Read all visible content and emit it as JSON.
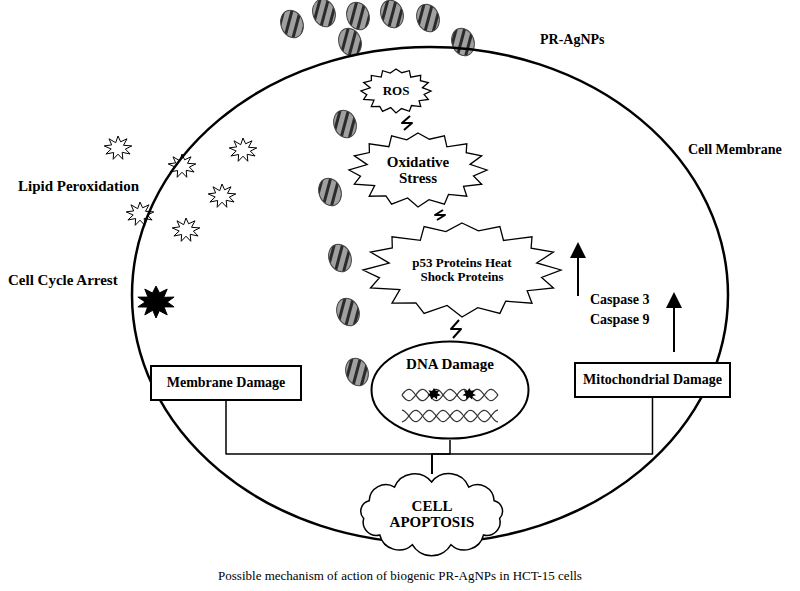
{
  "diagram": {
    "caption": "Possible mechanism of action of biogenic PR-AgNPs in HCT-15 cells",
    "nodes": [
      {
        "text": [
          "Cell Membrane"
        ]
      },
      {
        "text": [
          "ROS"
        ],
        "in": 0
      },
      {
        "text": [
          "Oxidative Stress"
        ],
        "in": 0
      },
      {
        "text": [
          "p53 Proteins Heat Shock Proteins"
        ],
        "in": 0
      },
      {
        "text": [
          "Membrane Damage"
        ],
        "in": 0
      },
      {
        "text": [
          "DNA Damage"
        ],
        "in": 0
      },
      {
        "text": [
          "Mitochondrial Damage"
        ],
        "in": 0
      },
      {
        "text": [
          "CELL APOPTOSIS"
        ]
      }
    ],
    "edges": [
      {
        "from": 1,
        "to": 2,
        "arrow": "none"
      },
      {
        "from": 2,
        "to": 3,
        "arrow": "none"
      },
      {
        "from": 3,
        "to": 5,
        "arrow": "none"
      },
      {
        "from": 4,
        "to": 7,
        "arrow": "none"
      },
      {
        "from": 5,
        "to": 7,
        "arrow": "none"
      },
      {
        "from": 6,
        "to": 7,
        "arrow": "none"
      }
    ],
    "labels": [
      "PR-AgNPs",
      "Lipid Peroxidation",
      "Cell Cycle Arrest",
      "Caspase 3",
      "Caspase 9"
    ]
  }
}
